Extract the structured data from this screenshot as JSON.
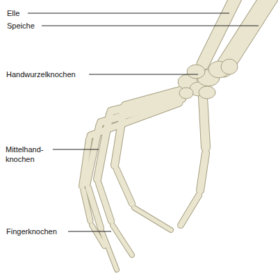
{
  "diagram": {
    "labels": [
      "Elle",
      "Speiche",
      "Handwurzelknochen",
      "Mittelhand- knochen",
      "Fingerknochen"
    ]
  }
}
